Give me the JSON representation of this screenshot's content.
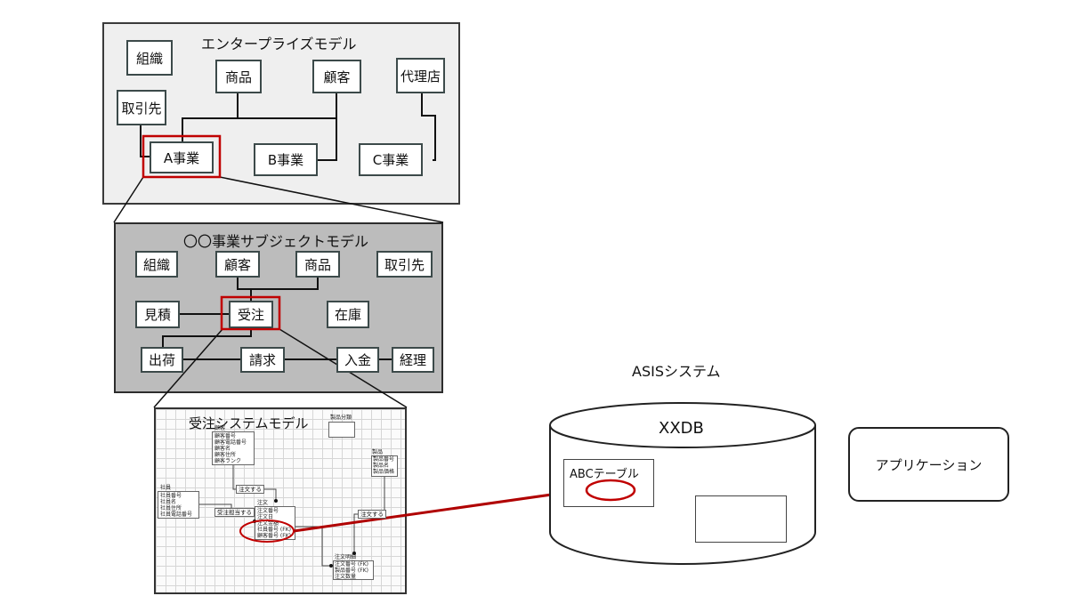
{
  "enterprise": {
    "title": "エンタープライズモデル",
    "boxes": {
      "soshiki": "組織",
      "shohin": "商品",
      "kokyaku": "顧客",
      "dairiten": "代理店",
      "torihikisaki": "取引先",
      "a_jigyo": "A事業",
      "b_jigyo": "B事業",
      "c_jigyo": "C事業"
    }
  },
  "subject": {
    "title": "〇〇事業サブジェクトモデル",
    "boxes": {
      "soshiki": "組織",
      "kokyaku": "顧客",
      "shohin": "商品",
      "torihikisaki": "取引先",
      "mitsumori": "見積",
      "juchu": "受注",
      "zaiko": "在庫",
      "shukka": "出荷",
      "seikyu": "請求",
      "nyukin": "入金",
      "keiri": "経理"
    }
  },
  "system": {
    "title": "受注システムモデル",
    "category_label": "製品分類",
    "customer": {
      "name": "顧客",
      "attrs": [
        "顧客番号",
        "顧客電話番号",
        "顧客名",
        "顧客住所",
        "顧客ランク"
      ]
    },
    "employee": {
      "name": "社員",
      "attrs": [
        "社員番号",
        "社員名",
        "社員住所",
        "社員電話番号"
      ]
    },
    "product": {
      "name": "製品",
      "attrs": [
        "製品番号",
        "製品名",
        "製品価格"
      ]
    },
    "order": {
      "name": "注文",
      "attrs": [
        "注文番号",
        "注文日",
        "注文金額",
        "社員番号 (FK)",
        "顧客番号 (FK)"
      ]
    },
    "order_detail": {
      "name": "注文明細",
      "attrs": [
        "注文番号 (FK)",
        "製品番号 (FK)",
        "注文数量"
      ]
    },
    "rel_chumon_suru_1": "注文する",
    "rel_juchu_tanto": "受注担当する",
    "rel_chumon_suru_2": "注文する"
  },
  "asis": {
    "label": "ASISシステム",
    "db_name": "XXDB",
    "table_label": "ABCテーブル"
  },
  "application": {
    "label": "アプリケーション"
  },
  "colors": {
    "highlight": "#c00000",
    "arrow": "#b00000",
    "enterprise_bg": "#efefef",
    "subject_bg": "#bcbcbc"
  }
}
